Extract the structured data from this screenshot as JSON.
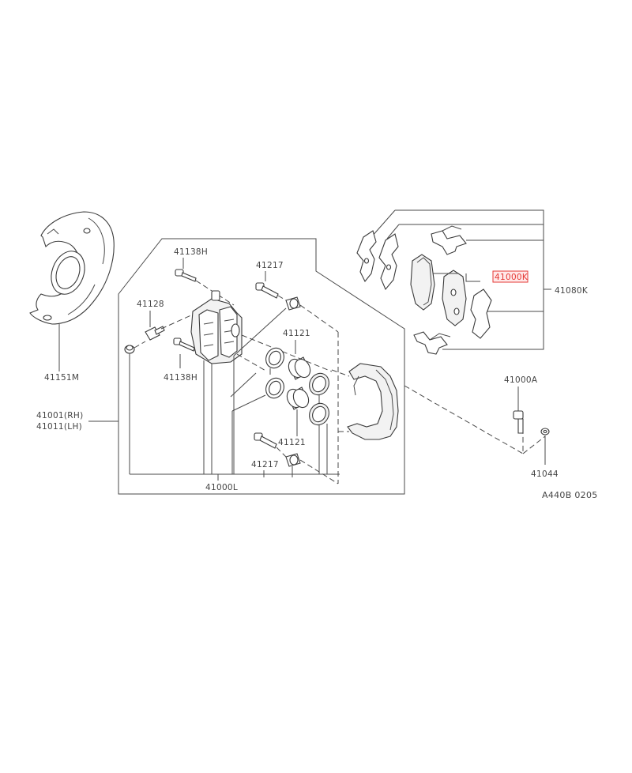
{
  "labels": {
    "p41151m": "41151M",
    "p41138h_top": "41138H",
    "p41128": "41128",
    "p41138h_bottom": "41138H",
    "p41217_top": "41217",
    "p41121_top": "41121",
    "p41121_bottom": "41121",
    "p41217_bottom": "41217",
    "p41000l": "41000L",
    "p41001_rh": "41001(RH)",
    "p41011_lh": "41011(LH)",
    "p41000k": "41000K",
    "p41080k": "41080K",
    "p41000a": "41000A",
    "p41044": "41044",
    "diagram_code": "A440B 0205"
  },
  "highlight": {
    "part": "41000K",
    "color": "#e53935"
  }
}
